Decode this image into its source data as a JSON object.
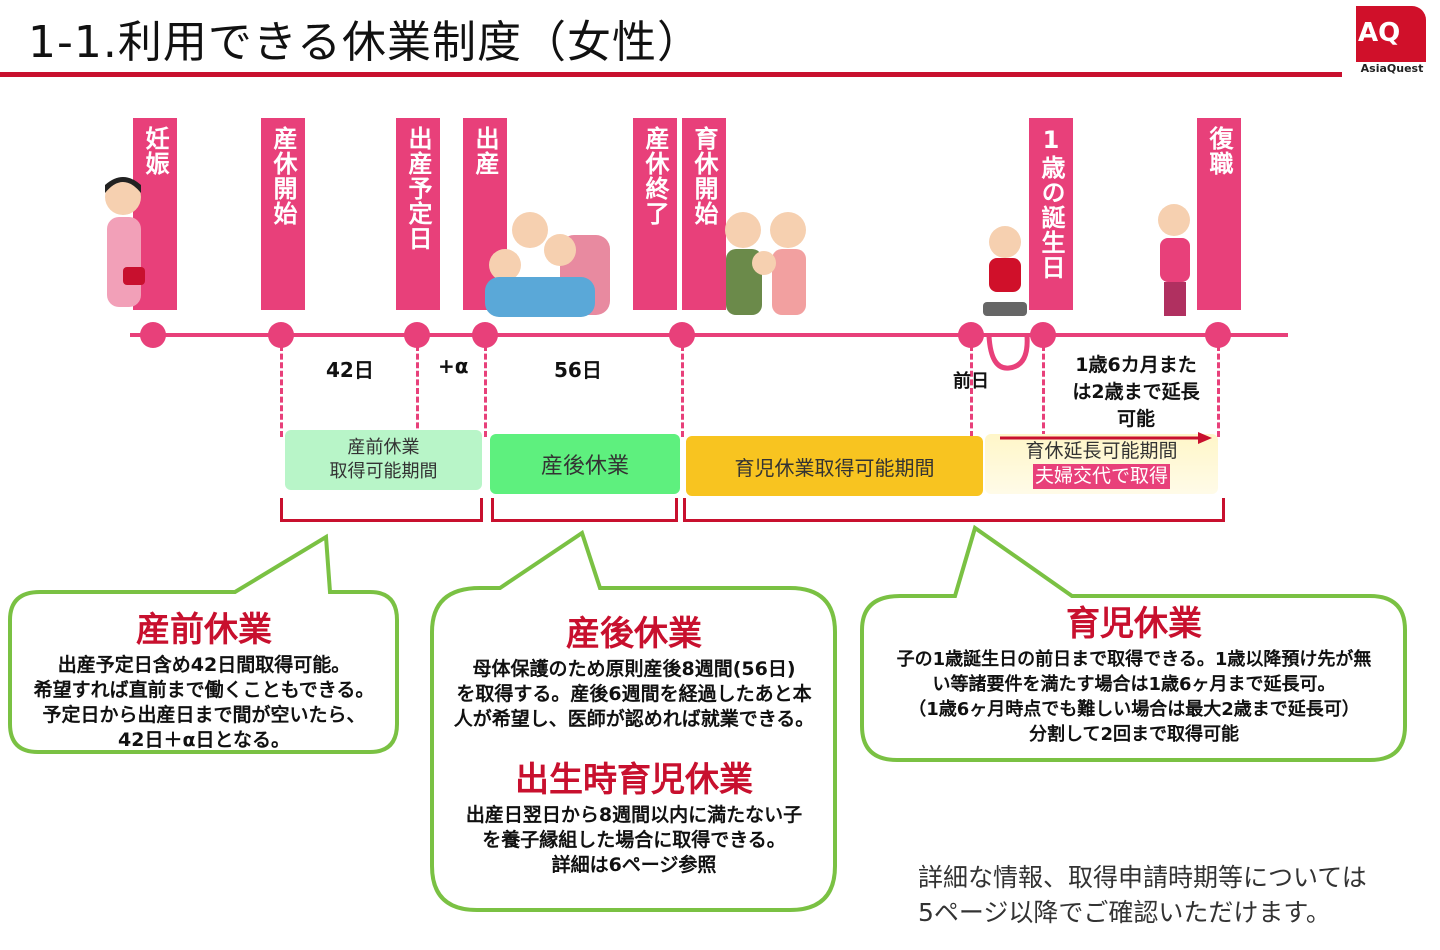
{
  "title": "1-1.利用できる休業制度（女性）",
  "logo": {
    "mark": "AQ",
    "name": "AsiaQuest"
  },
  "milestones": [
    "妊娠",
    "産休開始",
    "出産予定日",
    "出産",
    "産休終了",
    "育休開始",
    "1歳の誕生日",
    "復職"
  ],
  "spans": {
    "d42": "42日",
    "alpha": "+α",
    "d56": "56日",
    "prev_day": "前日",
    "extension": "1歳6カ月または2歳まで延長可能"
  },
  "periods": {
    "prenatal": {
      "line1": "産前休業",
      "line2": "取得可能期間"
    },
    "postnatal": "産後休業",
    "childcare": "育児休業取得可能期間",
    "extension": {
      "line1": "育休延長可能期間",
      "line2": "夫婦交代で取得"
    }
  },
  "callouts": {
    "prenatal": {
      "title": "産前休業",
      "lines": [
        "出産予定日含め42日間取得可能。",
        "希望すれば直前まで働くこともできる。",
        "予定日から出産日まで間が空いたら、",
        "42日＋α日となる。"
      ]
    },
    "postnatal": {
      "title": "産後休業",
      "lines": [
        "母体保護のため原則産後8週間(56日)",
        "を取得する。産後6週間を経過したあと本",
        "人が希望し、医師が認めれば就業できる。"
      ]
    },
    "birth_childcare": {
      "title": "出生時育児休業",
      "lines": [
        "出産日翌日から8週間以内に満たない子",
        "を養子縁組した場合に取得できる。",
        "詳細は6ページ参照"
      ]
    },
    "childcare": {
      "title": "育児休業",
      "lines": [
        "子の1歳誕生日の前日まで取得できる。1歳以降預け先が無",
        "い等諸要件を満たす場合は1歳6ヶ月まで延長可。",
        "（1歳6ヶ月時点でも難しい場合は最大2歳まで延長可）",
        "分割して2回まで取得可能"
      ]
    }
  },
  "footer": [
    "詳細な情報、取得申請時期等については",
    "5ページ以降でご確認いただけます。"
  ],
  "colors": {
    "accent": "#e8407a",
    "red": "#c8102e",
    "green": "#7ac143"
  }
}
